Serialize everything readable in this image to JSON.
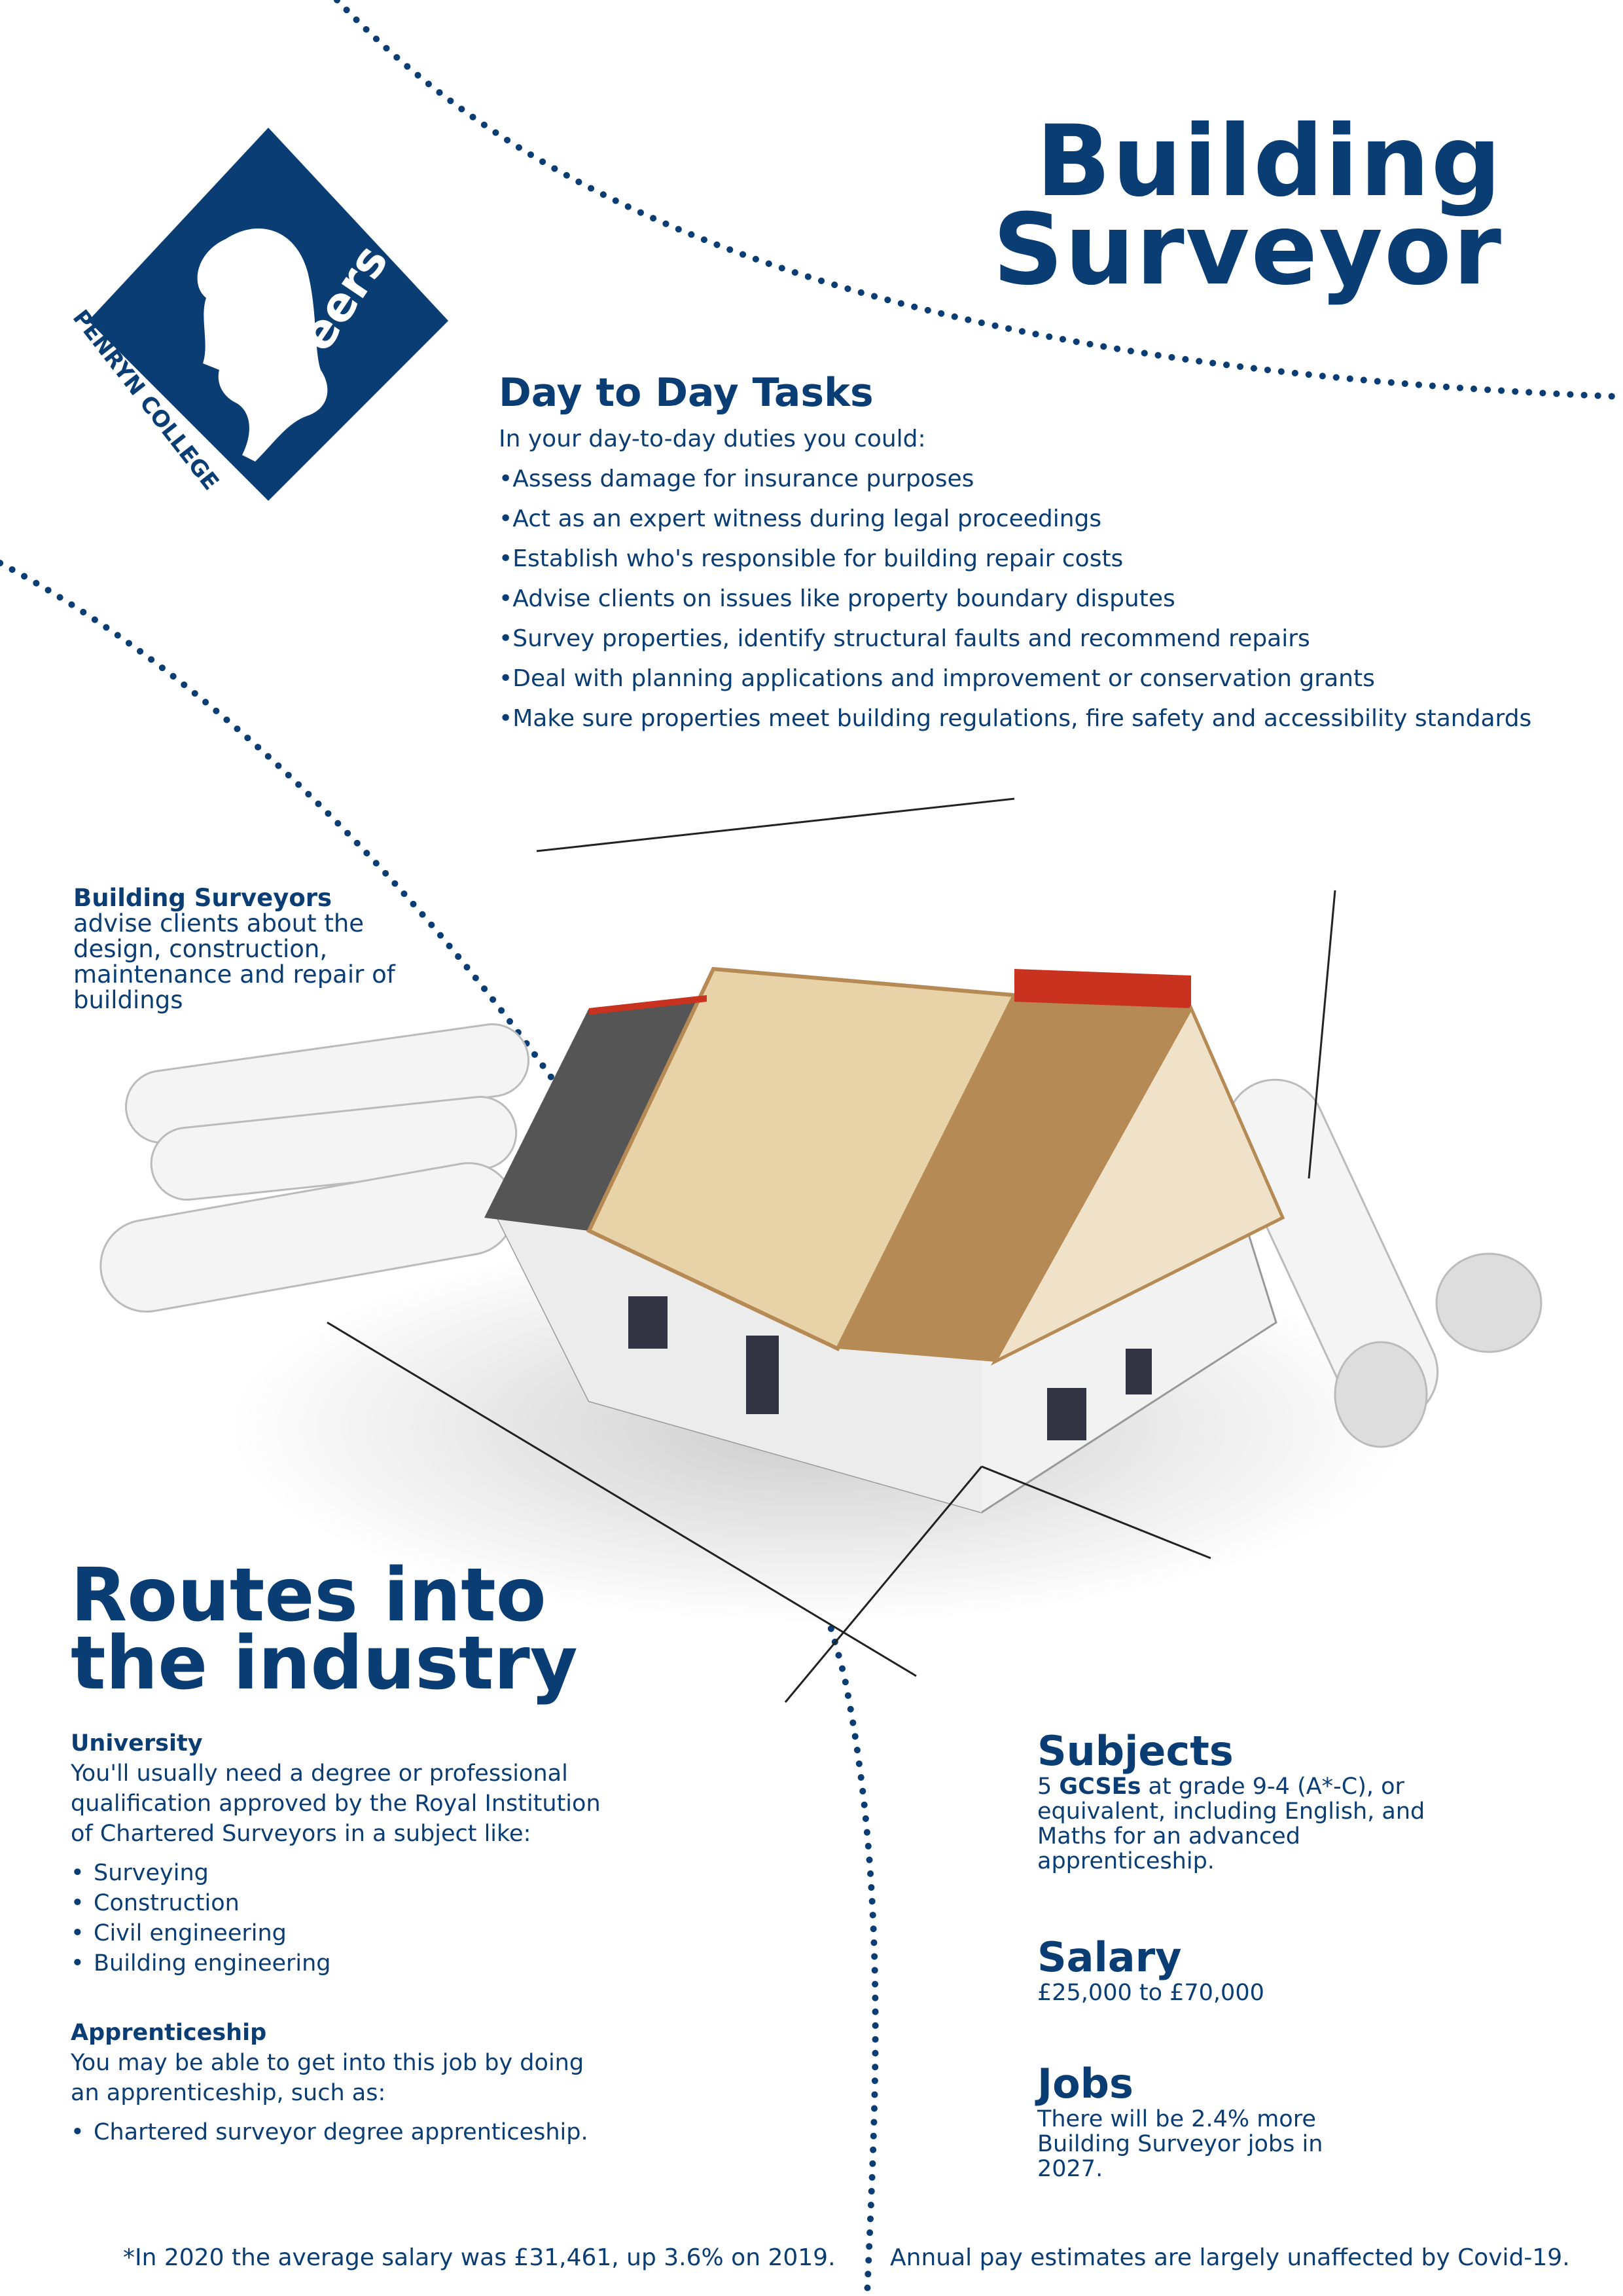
{
  "header": {
    "title_line1": "Building",
    "title_line2": "Surveyor",
    "logo": {
      "college": "PENRYN COLLEGE",
      "word": "Careers"
    }
  },
  "tasks": {
    "heading": "Day to Day Tasks",
    "intro": "In your day-to-day duties you could:",
    "items": [
      "Assess damage for insurance purposes",
      "Act as an expert witness during legal proceedings",
      "Establish who's responsible for building repair costs",
      "Advise clients on issues like property boundary disputes",
      "Survey properties, identify structural faults and recommend repairs",
      "Deal with planning applications and improvement or conservation grants",
      "Make sure properties meet building regulations, fire safety and accessibility standards"
    ]
  },
  "intro": {
    "bold": "Building Surveyors",
    "text": "advise clients about the design, construction, maintenance and repair of buildings"
  },
  "routes": {
    "heading_line1": "Routes into",
    "heading_line2": "the industry",
    "university": {
      "heading": "University",
      "text": "You'll usually need a degree or professional qualification approved by the Royal Institution of Chartered Surveyors in a subject like:",
      "items": [
        "Surveying",
        "Construction",
        "Civil engineering",
        "Building engineering"
      ]
    },
    "apprenticeship": {
      "heading": "Apprenticeship",
      "text": "You may be able to get into this job by doing an apprenticeship, such as:",
      "items": [
        "Chartered surveyor degree apprenticeship."
      ]
    }
  },
  "subjects": {
    "heading": "Subjects",
    "pre": "5 ",
    "bold": "GCSEs",
    "text": " at grade 9-4 (A*-C), or equivalent, including English, and Maths for an advanced apprenticeship."
  },
  "salary": {
    "heading": "Salary",
    "text": "£25,000 to £70,000"
  },
  "jobs": {
    "heading": "Jobs",
    "text": "There will be 2.4% more Building Surveyor jobs in 2027."
  },
  "footer": {
    "left": "*In 2020 the average salary was £31,461, up 3.6% on 2019.",
    "right": "Annual pay estimates are largely unaffected by Covid-19."
  },
  "colors": {
    "navy": "#0a3d73",
    "roof_red": "#c8321e",
    "timber": "#b58a55"
  }
}
